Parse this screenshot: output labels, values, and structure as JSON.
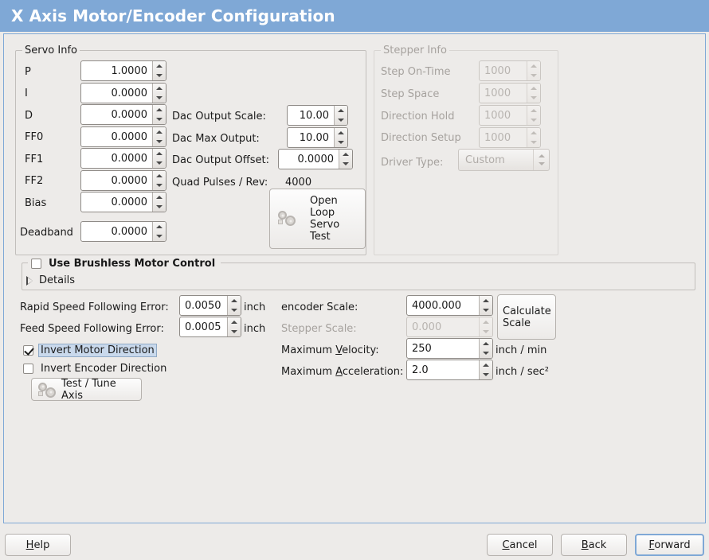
{
  "window": {
    "title": "X Axis Motor/Encoder Configuration",
    "title_bar_color": "#7fa8d6",
    "background_color": "#edebe9"
  },
  "servo_info": {
    "legend": "Servo Info",
    "fields": [
      {
        "label": "P",
        "value": "1.0000"
      },
      {
        "label": "I",
        "value": "0.0000"
      },
      {
        "label": "D",
        "value": "0.0000"
      },
      {
        "label": "FF0",
        "value": "0.0000"
      },
      {
        "label": "FF1",
        "value": "0.0000"
      },
      {
        "label": "FF2",
        "value": "0.0000"
      },
      {
        "label": "Bias",
        "value": "0.0000"
      },
      {
        "label": "Deadband",
        "value": "0.0000"
      }
    ],
    "dac": [
      {
        "label": "Dac Output Scale:",
        "value": "10.00"
      },
      {
        "label": "Dac Max Output:",
        "value": "10.00"
      },
      {
        "label": "Dac Output Offset:",
        "value": "0.0000"
      }
    ],
    "quad_pulses_label": "Quad Pulses / Rev:",
    "quad_pulses_value": "4000",
    "open_loop_button": "Open\nLoop\nServo\nTest",
    "open_loop_lines": [
      "Open",
      "Loop",
      "Servo",
      "Test"
    ],
    "open_loop_icon": "gears-icon"
  },
  "stepper_info": {
    "legend": "Stepper Info",
    "enabled": false,
    "fields": [
      {
        "label": "Step On-Time",
        "value": "1000"
      },
      {
        "label": "Step Space",
        "value": "1000"
      },
      {
        "label": "Direction Hold",
        "value": "1000"
      },
      {
        "label": "Direction Setup",
        "value": "1000"
      }
    ],
    "driver_type_label": "Driver Type:",
    "driver_type_value": "Custom"
  },
  "brushless": {
    "checkbox_label": "Use Brushless Motor Control",
    "checked": false,
    "details_label": "Details",
    "details_expanded": false
  },
  "following_error": {
    "rapid_label": "Rapid Speed Following Error:",
    "rapid_value": "0.0050",
    "rapid_unit": "inch",
    "feed_label": "Feed Speed Following Error:",
    "feed_value": "0.0005",
    "feed_unit": "inch"
  },
  "invert": {
    "motor_label": "Invert Motor Direction",
    "motor_checked": true,
    "motor_focused": true,
    "encoder_label": "Invert Encoder Direction",
    "encoder_checked": false
  },
  "test_tune": {
    "label": "Test / Tune Axis",
    "icon": "gears-icon"
  },
  "scales": {
    "encoder_scale_label": "encoder Scale:",
    "encoder_scale_value": "4000.000",
    "stepper_scale_label": "Stepper Scale:",
    "stepper_scale_value": "0.000",
    "stepper_scale_enabled": false,
    "calculate_button_lines": [
      "Calculate",
      "Scale"
    ],
    "max_velocity_label_pre": "Maximum ",
    "max_velocity_label_mn": "V",
    "max_velocity_label_post": "elocity:",
    "max_velocity_value": "250",
    "max_velocity_unit": "inch / min",
    "max_accel_label_pre": "Maximum ",
    "max_accel_label_mn": "A",
    "max_accel_label_post": "cceleration:",
    "max_accel_value": "2.0",
    "max_accel_unit": "inch / sec²"
  },
  "buttons": {
    "help_pre": "",
    "help_mn": "H",
    "help_post": "elp",
    "cancel_pre": "",
    "cancel_mn": "C",
    "cancel_post": "ancel",
    "back_pre": "",
    "back_mn": "B",
    "back_post": "ack",
    "forward_pre": "",
    "forward_mn": "F",
    "forward_post": "orward",
    "forward_focused": true
  }
}
